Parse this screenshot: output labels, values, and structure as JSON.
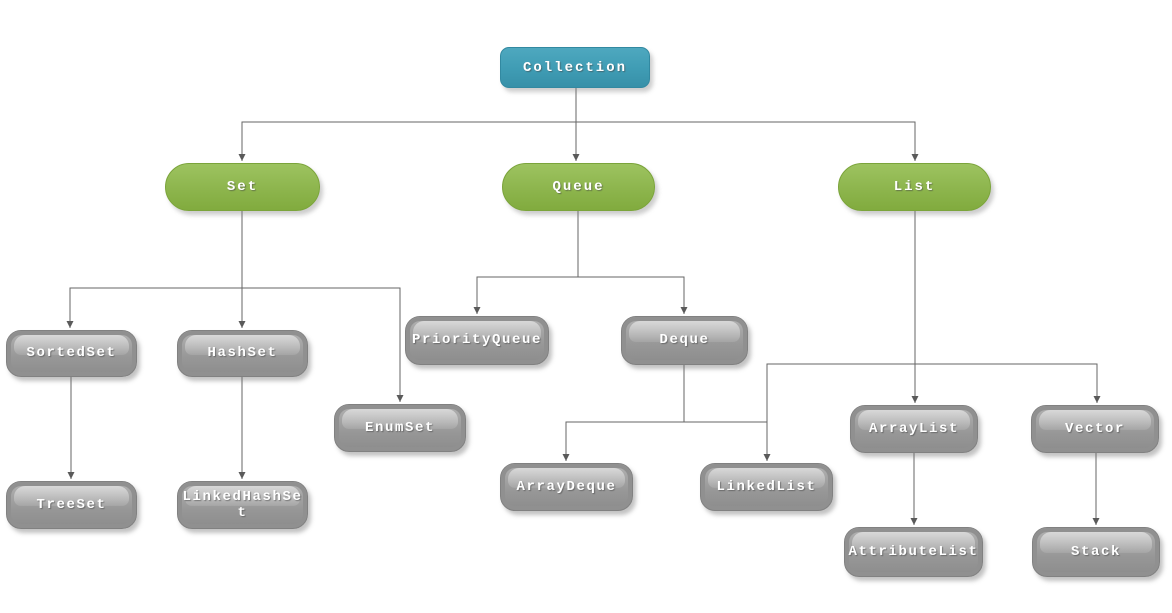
{
  "diagram": {
    "nodes": [
      {
        "id": "collection",
        "label": "Collection",
        "type": "root-interface",
        "fill": "#3f9cb4"
      },
      {
        "id": "set",
        "label": "Set",
        "type": "interface",
        "fill": "#8db54d"
      },
      {
        "id": "queue",
        "label": "Queue",
        "type": "interface",
        "fill": "#8db54d"
      },
      {
        "id": "list",
        "label": "List",
        "type": "interface",
        "fill": "#8db54d"
      },
      {
        "id": "sortedset",
        "label": "SortedSet",
        "type": "implementation",
        "fill": "#979797"
      },
      {
        "id": "hashset",
        "label": "HashSet",
        "type": "implementation",
        "fill": "#979797"
      },
      {
        "id": "priorityqueue",
        "label": "PriorityQueue",
        "type": "implementation",
        "fill": "#979797"
      },
      {
        "id": "deque",
        "label": "Deque",
        "type": "implementation",
        "fill": "#979797"
      },
      {
        "id": "enumset",
        "label": "EnumSet",
        "type": "implementation",
        "fill": "#979797"
      },
      {
        "id": "arraylist",
        "label": "ArrayList",
        "type": "implementation",
        "fill": "#979797"
      },
      {
        "id": "vector",
        "label": "Vector",
        "type": "implementation",
        "fill": "#979797"
      },
      {
        "id": "treeset",
        "label": "TreeSet",
        "type": "implementation",
        "fill": "#979797"
      },
      {
        "id": "linkedhashset",
        "label": "LinkedHashSet",
        "type": "implementation",
        "fill": "#979797"
      },
      {
        "id": "arraydeque",
        "label": "ArrayDeque",
        "type": "implementation",
        "fill": "#979797"
      },
      {
        "id": "linkedlist",
        "label": "LinkedList",
        "type": "implementation",
        "fill": "#979797"
      },
      {
        "id": "attributelist",
        "label": "AttributeList",
        "type": "implementation",
        "fill": "#979797"
      },
      {
        "id": "stack",
        "label": "Stack",
        "type": "implementation",
        "fill": "#979797"
      }
    ],
    "edges": [
      {
        "from": "collection",
        "to": "set"
      },
      {
        "from": "collection",
        "to": "queue"
      },
      {
        "from": "collection",
        "to": "list"
      },
      {
        "from": "set",
        "to": "sortedset"
      },
      {
        "from": "set",
        "to": "hashset"
      },
      {
        "from": "set",
        "to": "enumset"
      },
      {
        "from": "queue",
        "to": "priorityqueue"
      },
      {
        "from": "queue",
        "to": "deque"
      },
      {
        "from": "sortedset",
        "to": "treeset"
      },
      {
        "from": "hashset",
        "to": "linkedhashset"
      },
      {
        "from": "deque",
        "to": "arraydeque"
      },
      {
        "from": "deque",
        "to": "linkedlist"
      },
      {
        "from": "list",
        "to": "linkedlist"
      },
      {
        "from": "list",
        "to": "arraylist"
      },
      {
        "from": "list",
        "to": "vector"
      },
      {
        "from": "arraylist",
        "to": "attributelist"
      },
      {
        "from": "vector",
        "to": "stack"
      }
    ],
    "colors": {
      "root_fill": "#3f9cb4",
      "interface_fill": "#8db54d",
      "implementation_fill": "#979797",
      "connector": "#666666",
      "arrowhead": "#5a5a5a",
      "background": "#ffffff",
      "text": "#ffffff"
    }
  }
}
